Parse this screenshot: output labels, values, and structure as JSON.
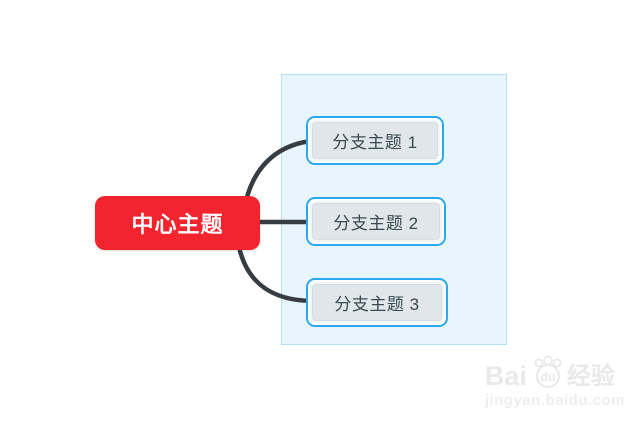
{
  "diagram": {
    "central_topic": {
      "label": "中心主题"
    },
    "branches": [
      {
        "label": "分支主题 1"
      },
      {
        "label": "分支主题 2"
      },
      {
        "label": "分支主题 3"
      }
    ],
    "colors": {
      "central_bg": "#f2242e",
      "central_text": "#ffffff",
      "branch_fill": "#e0e6e9",
      "branch_text": "#3a4a52",
      "selection_border": "#2aa9f2",
      "selection_area_fill": "#e9f5fc",
      "selection_area_border": "#b4e0f6",
      "connector": "#363c42"
    }
  },
  "watermark": {
    "brand_bai": "Bai",
    "brand_du": "du",
    "brand_suffix": "经验",
    "url": "jingyan.baidu.com"
  }
}
